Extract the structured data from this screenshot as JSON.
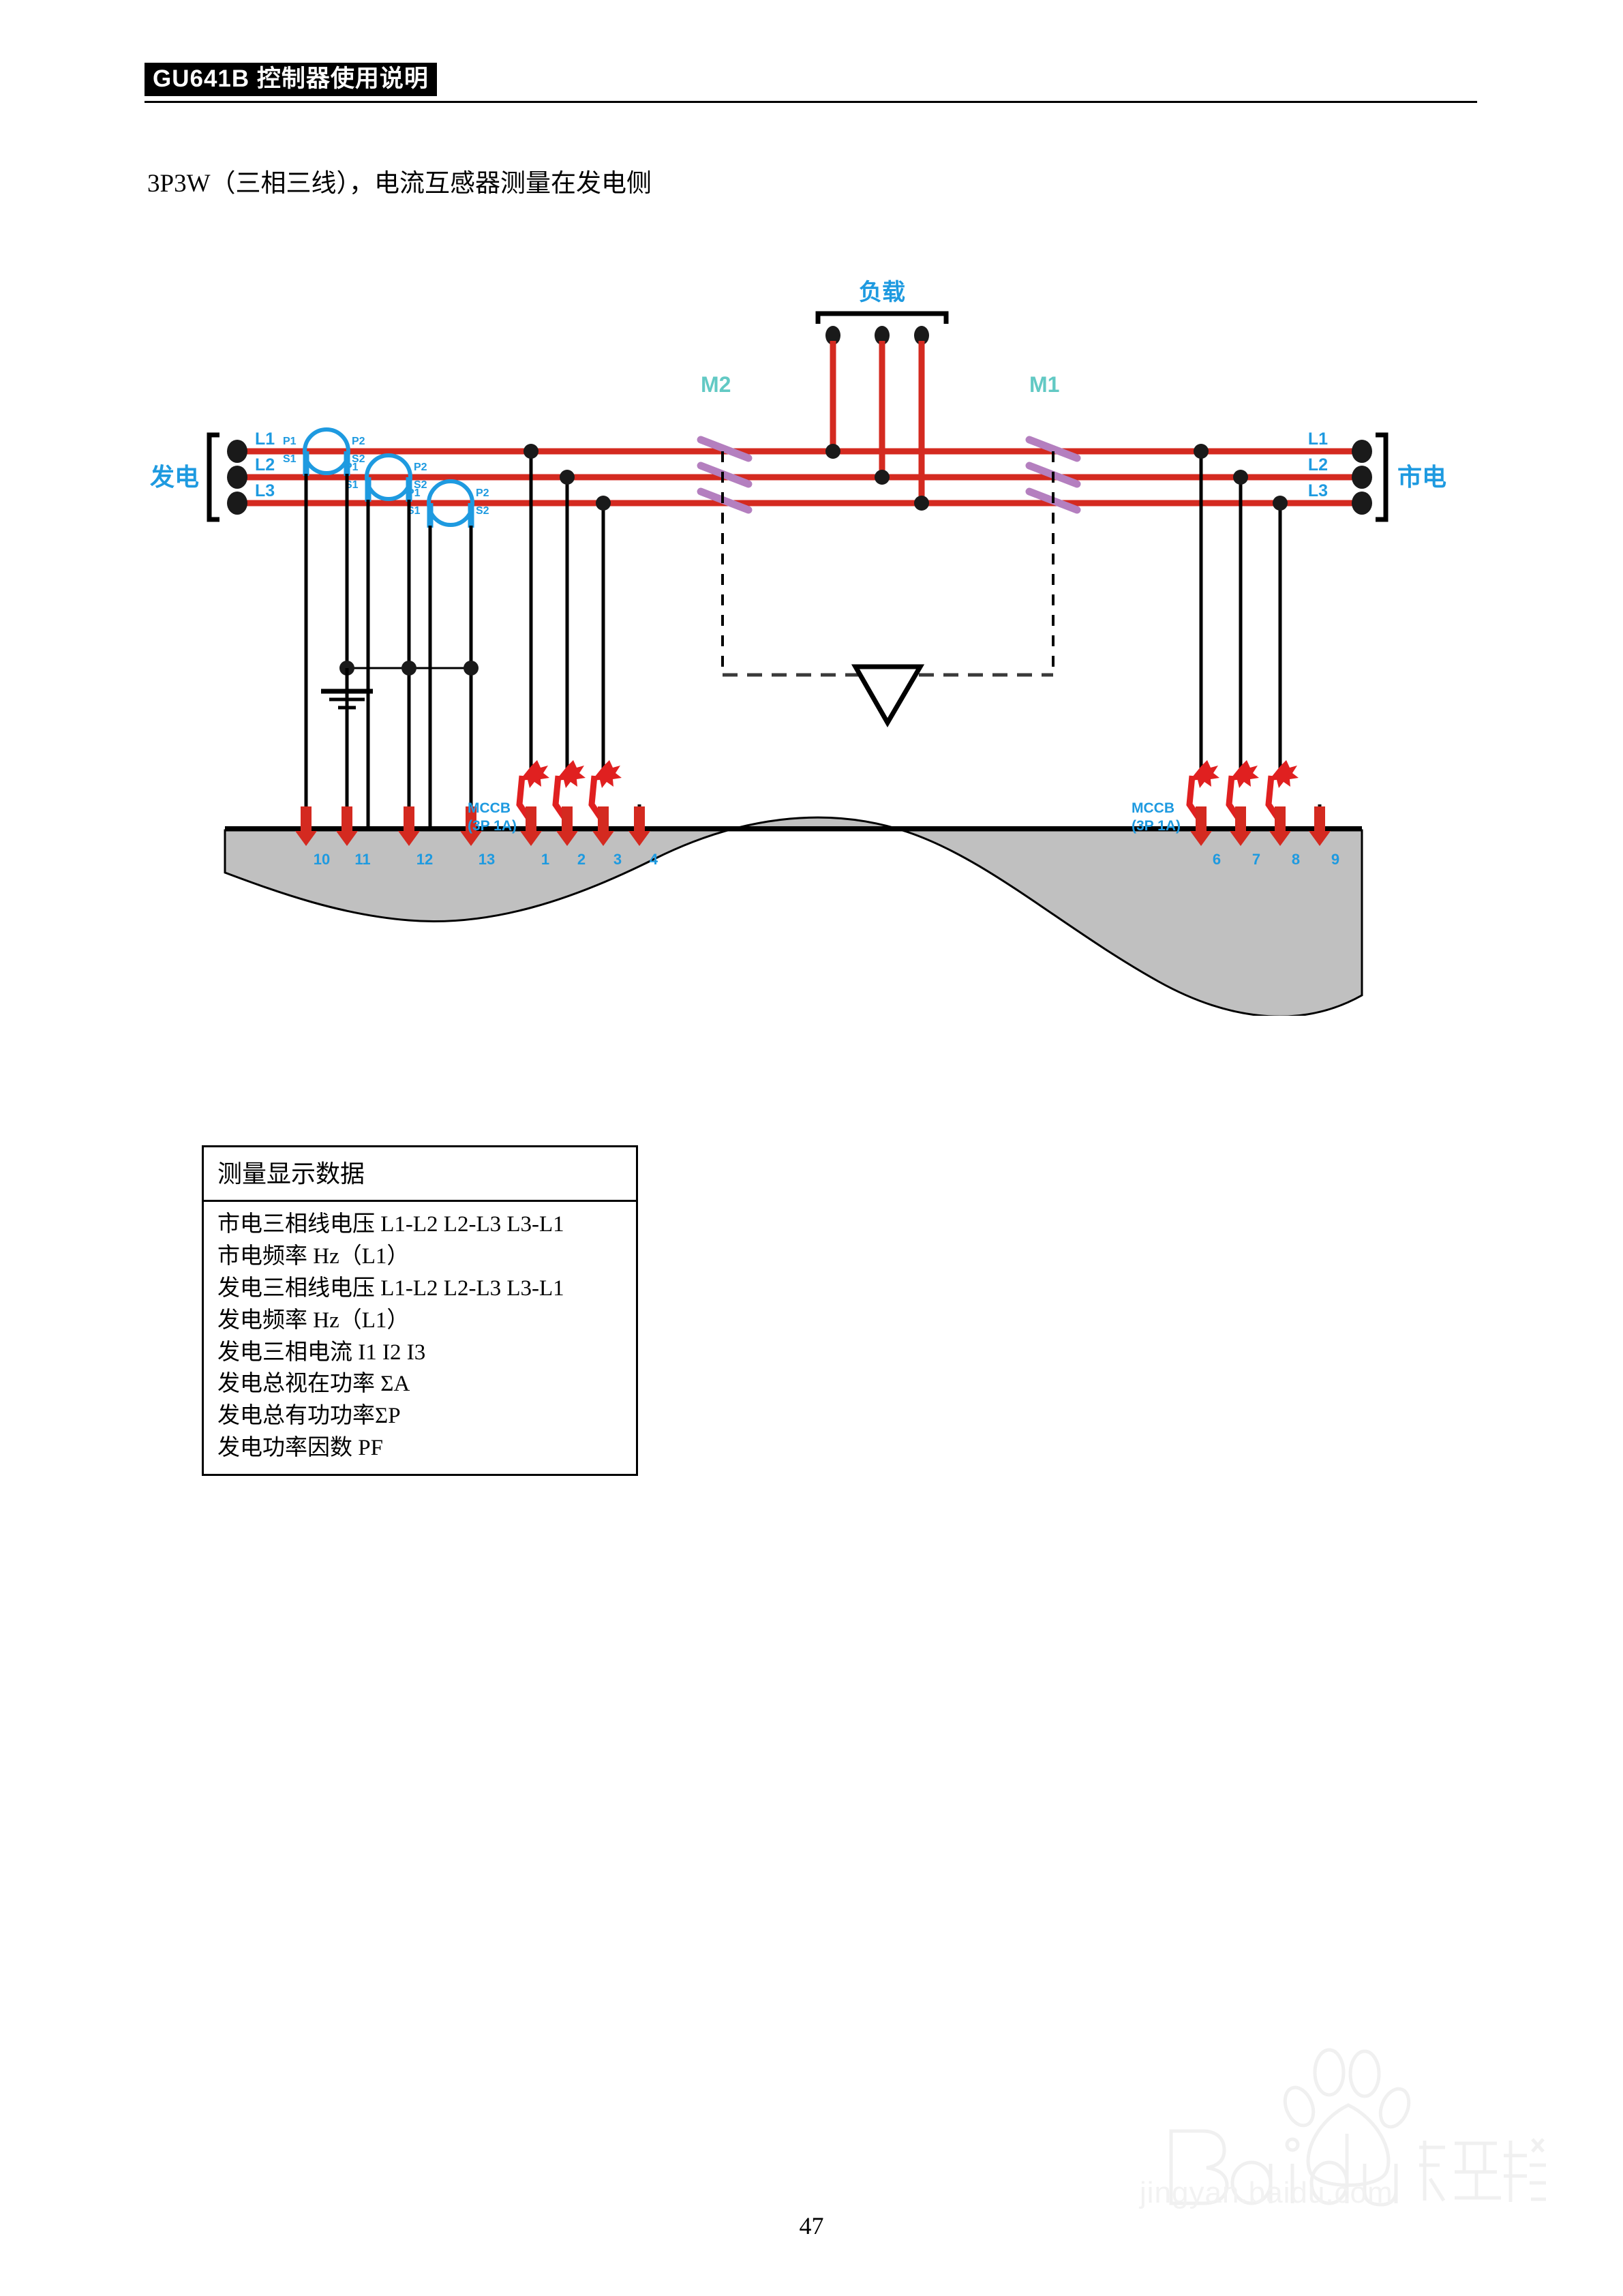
{
  "header": {
    "title": "GU641B 控制器使用说明"
  },
  "subtitle": "3P3W（三相三线），电流互感器测量在发电侧",
  "diagram": {
    "labels": {
      "generator": "发电",
      "mains": "市电",
      "load": "负载",
      "contactor_left": "M2",
      "contactor_right": "M1",
      "mccb_left_line1": "MCCB",
      "mccb_left_line2": "(3P 1A)",
      "mccb_right_line1": "MCCB",
      "mccb_right_line2": "(3P 1A)"
    },
    "phase_labels_left": [
      "L1",
      "L2",
      "L3"
    ],
    "phase_labels_right": [
      "L1",
      "L2",
      "L3"
    ],
    "ct_labels": [
      "P1",
      "P2",
      "S1",
      "S2"
    ],
    "terminals_left": [
      "10",
      "11",
      "12",
      "13",
      "1",
      "2",
      "3",
      "4"
    ],
    "terminals_right": [
      "6",
      "7",
      "8",
      "9"
    ],
    "colors": {
      "power_line": "#d42a20",
      "label_blue": "#1e9ae0",
      "contactor_label": "#62c9c4",
      "contactor_blade": "#b47fbf",
      "breaker_red": "#e02020",
      "controller_body": "#c0c0c0",
      "wire_black": "#000000"
    }
  },
  "table": {
    "header": "测量显示数据",
    "rows": [
      "市电三相线电压 L1-L2  L2-L3  L3-L1",
      "市电频率 Hz（L1）",
      "发电三相线电压 L1-L2  L2-L3  L3-L1",
      "发电频率 Hz（L1）",
      "发电三相电流  I1 I2 I3",
      "发电总视在功率 ΣA",
      "发电总有功功率ΣP",
      "发电功率因数 PF"
    ]
  },
  "watermark": {
    "brand": "Baidu",
    "suffix": "经验",
    "url": "jingyan.baidu.com"
  },
  "page_number": "47"
}
